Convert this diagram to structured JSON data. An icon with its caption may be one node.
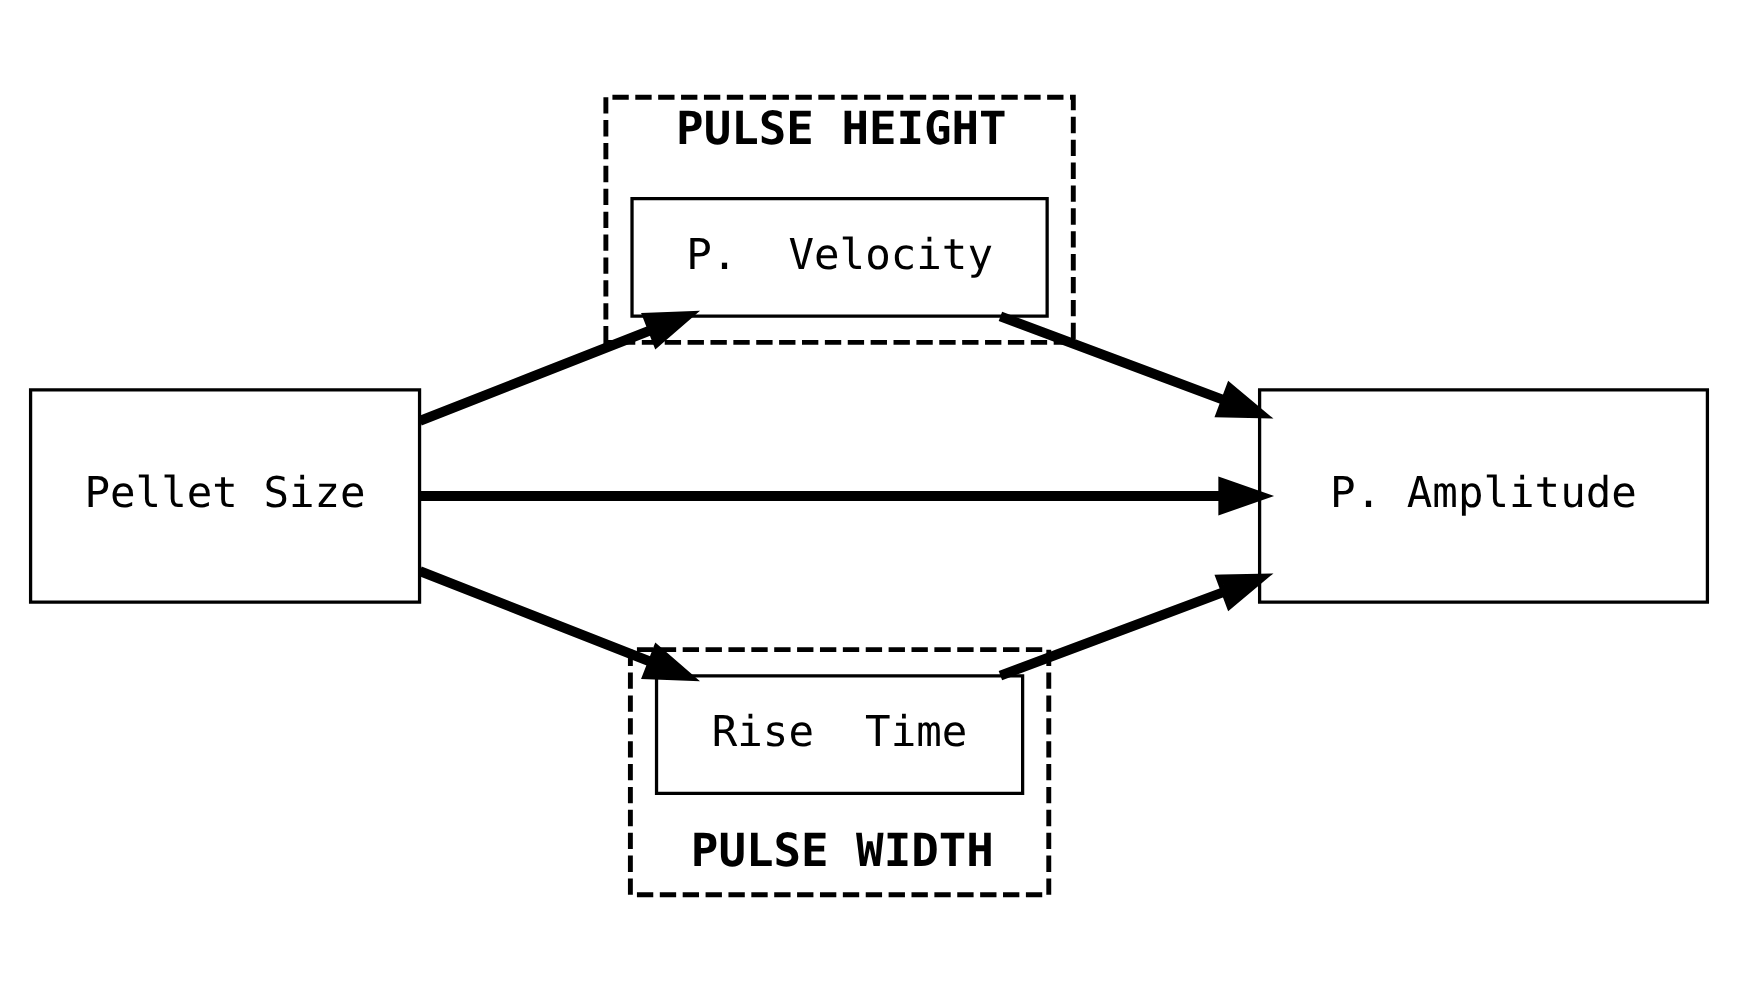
{
  "diagram": {
    "nodes": [
      {
        "text": [
          "PULSE HEIGHT"
        ]
      },
      {
        "text": [
          "P.  Velocity"
        ],
        "in": 0
      },
      {
        "text": [
          "Pellet Size"
        ]
      },
      {
        "text": [
          "P. Amplitude"
        ]
      },
      {
        "text": [
          "PULSE WIDTH"
        ]
      },
      {
        "text": [
          "Rise  Time"
        ],
        "in": 4
      }
    ],
    "edges": [
      {
        "from": 2,
        "to": 1,
        "arrow": "to"
      },
      {
        "from": 2,
        "to": 3,
        "arrow": "to"
      },
      {
        "from": 2,
        "to": 5,
        "arrow": "to"
      },
      {
        "from": 1,
        "to": 3,
        "arrow": "to"
      },
      {
        "from": 5,
        "to": 3,
        "arrow": "to"
      }
    ]
  }
}
